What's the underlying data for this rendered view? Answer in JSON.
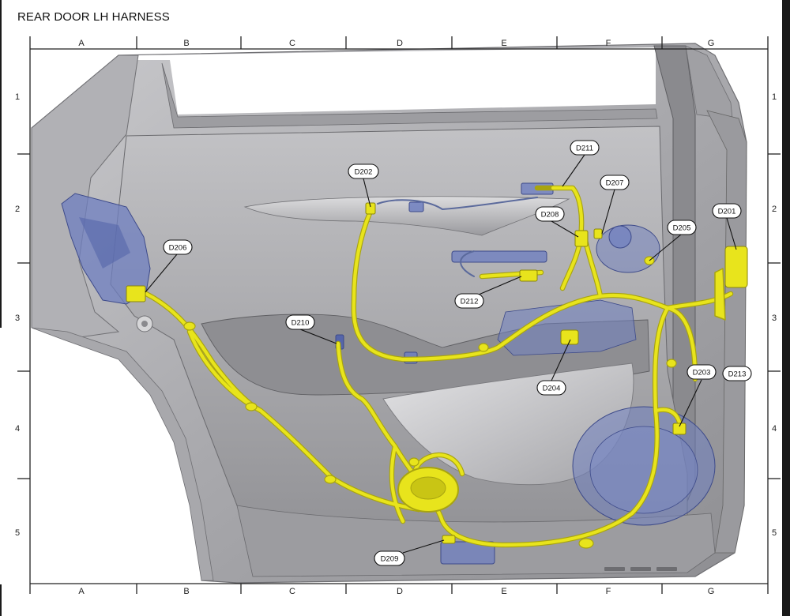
{
  "title": "REAR DOOR LH HARNESS",
  "columns": [
    "A",
    "B",
    "C",
    "D",
    "E",
    "F",
    "G"
  ],
  "rows": [
    "1",
    "2",
    "3",
    "4",
    "5"
  ],
  "connectors": [
    {
      "id": "D201"
    },
    {
      "id": "D202"
    },
    {
      "id": "D203"
    },
    {
      "id": "D204"
    },
    {
      "id": "D205"
    },
    {
      "id": "D206"
    },
    {
      "id": "D207"
    },
    {
      "id": "D208"
    },
    {
      "id": "D209"
    },
    {
      "id": "D210"
    },
    {
      "id": "D211"
    },
    {
      "id": "D212"
    },
    {
      "id": "D213"
    }
  ],
  "colors": {
    "harness": "#e8e41c",
    "harness_dark": "#a8a410",
    "component": "#6f7fc0",
    "door_metal": "#b8b8bc",
    "door_dark": "#7c7c80",
    "background": "#ffffff"
  }
}
